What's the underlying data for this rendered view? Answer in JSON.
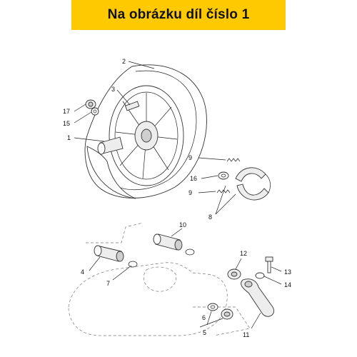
{
  "banner": {
    "title": "Na obrázku díl číslo 1",
    "color": "#ffc900"
  },
  "callouts": [
    {
      "id": "c1",
      "label": "1"
    },
    {
      "id": "c2",
      "label": "2"
    },
    {
      "id": "c3",
      "label": "3"
    },
    {
      "id": "c4",
      "label": "4"
    },
    {
      "id": "c5",
      "label": "5"
    },
    {
      "id": "c6",
      "label": "6"
    },
    {
      "id": "c7",
      "label": "7"
    },
    {
      "id": "c8",
      "label": "8"
    },
    {
      "id": "c9a",
      "label": "9"
    },
    {
      "id": "c9b",
      "label": "9"
    },
    {
      "id": "c10",
      "label": "10"
    },
    {
      "id": "c11",
      "label": "11"
    },
    {
      "id": "c12",
      "label": "12"
    },
    {
      "id": "c13",
      "label": "13"
    },
    {
      "id": "c14",
      "label": "14"
    },
    {
      "id": "c15",
      "label": "15"
    },
    {
      "id": "c16",
      "label": "16"
    },
    {
      "id": "c17",
      "label": "17"
    }
  ]
}
